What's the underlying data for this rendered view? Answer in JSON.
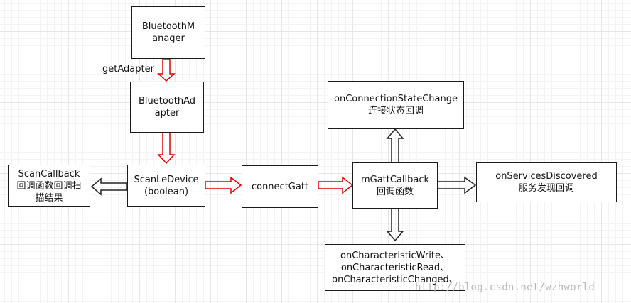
{
  "nodes": {
    "bluetooth_manager": [
      "BluetoothM",
      "anager"
    ],
    "bluetooth_adapter": [
      "BluetoothAd",
      "apter"
    ],
    "scan_le_device": [
      "ScanLeDevice",
      "(boolean)"
    ],
    "scan_callback": [
      "ScanCallback",
      "回调函数回调扫",
      "描结果"
    ],
    "connect_gatt": [
      "connectGatt"
    ],
    "gatt_callback": [
      "mGattCallback",
      "回调函数"
    ],
    "connection_state": [
      "onConnectionStateChange",
      "连接状态回调"
    ],
    "services_discovered": [
      "onServicesDiscovered",
      "服务发现回调"
    ],
    "characteristic": [
      "onCharacteristicWrite、",
      "onCharacteristicRead、",
      "onCharacteristicChanged、"
    ]
  },
  "edge_labels": {
    "get_adapter": "getAdapter"
  },
  "watermark": "http://blog.csdn.net/wzhworld",
  "colors": {
    "flow_arrow": "#e60000",
    "callback_arrow": "#222222",
    "box_border": "#1a1a1a"
  }
}
